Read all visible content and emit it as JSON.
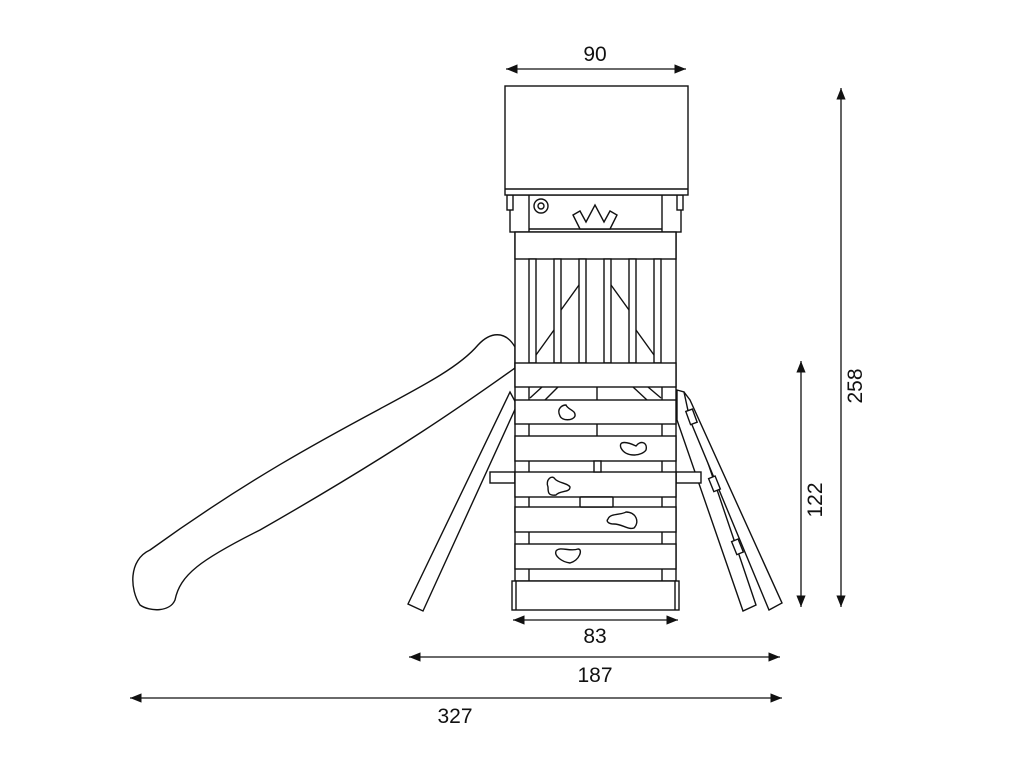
{
  "title": "Playground tower with slide – dimensions",
  "dimensions": {
    "roof_width": "90",
    "total_height": "258",
    "deck_height": "122",
    "tower_base_width": "83",
    "legs_width": "187",
    "total_length": "327"
  },
  "colors": {
    "line": "#111111",
    "background": "#ffffff"
  }
}
